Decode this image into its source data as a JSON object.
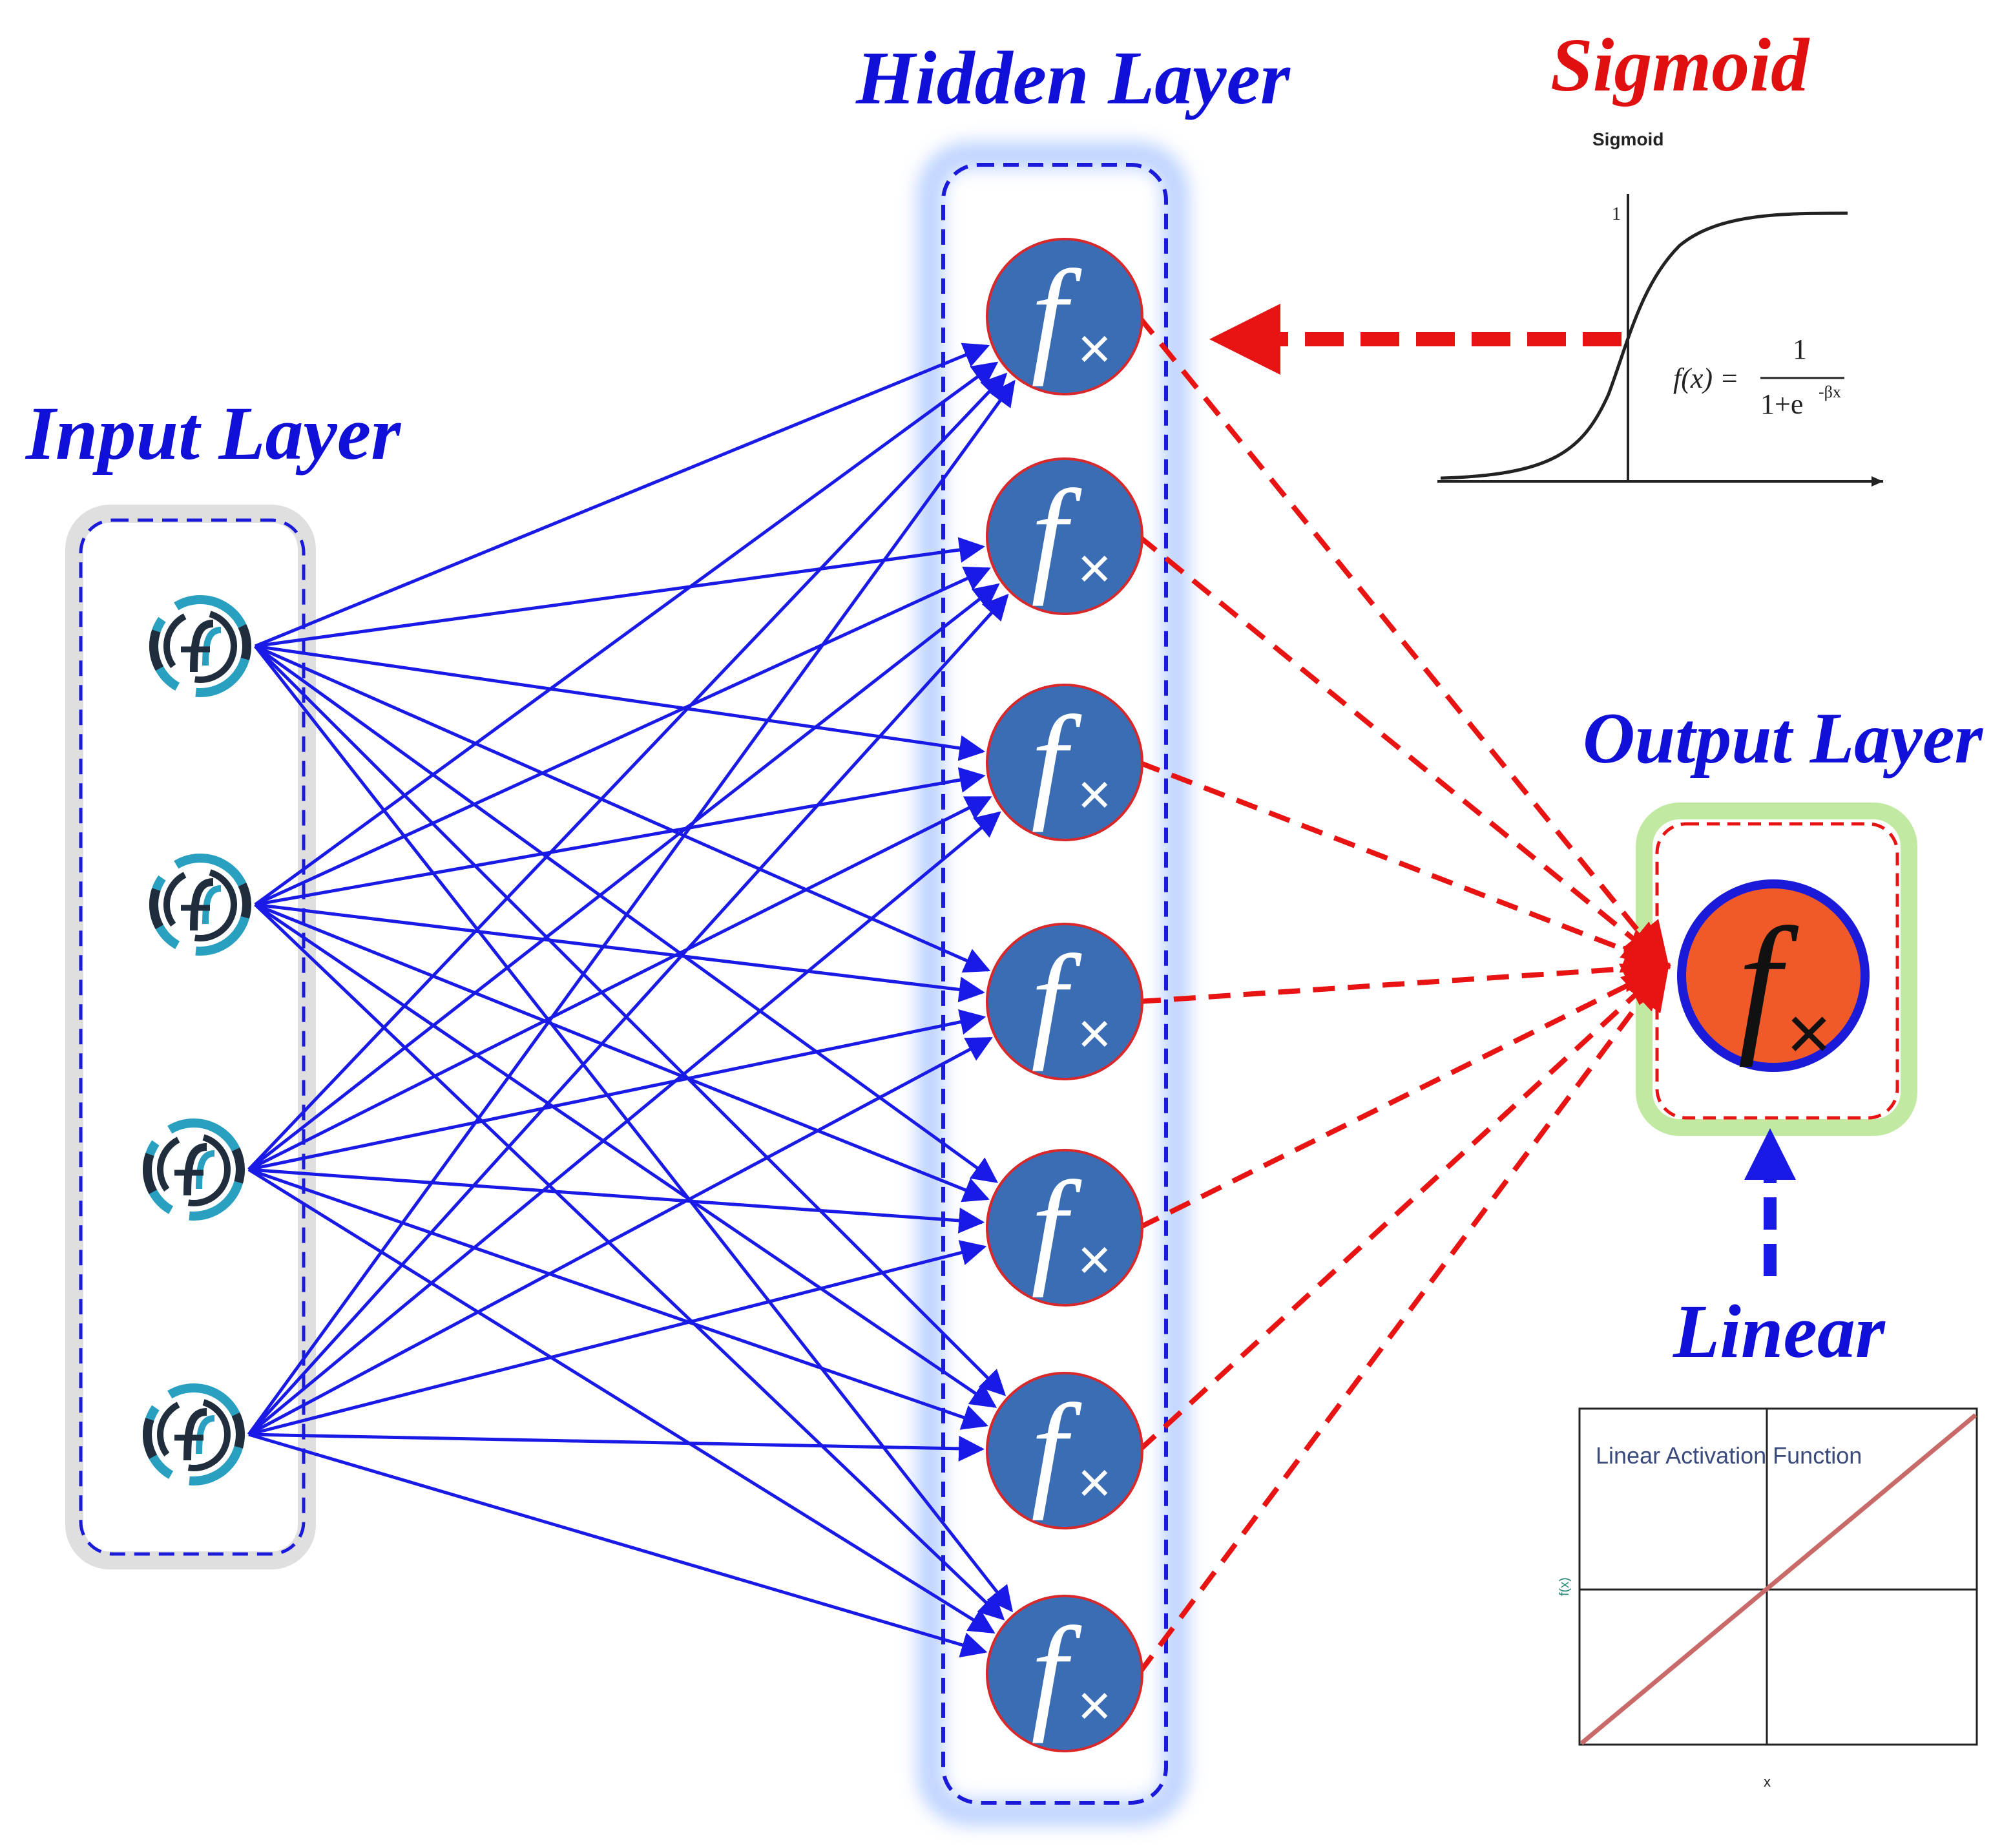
{
  "layers": {
    "input": {
      "title": "Input Layer",
      "node_count": 4,
      "node_icon": "input-node-icon"
    },
    "hidden": {
      "title": "Hidden Layer",
      "node_count": 7,
      "node_icon": "fx-icon",
      "node_label": "f",
      "node_sub": "×"
    },
    "output": {
      "title": "Output Layer",
      "node_count": 1,
      "node_icon": "fx-icon",
      "node_label": "f",
      "node_sub": "×"
    }
  },
  "activations": {
    "sigmoid": {
      "title": "Sigmoid",
      "plot_title": "Sigmoid",
      "y_tick": "1",
      "formula_lhs": "f(x) =",
      "formula_num": "1",
      "formula_den": "1+e",
      "formula_exp": "-βx"
    },
    "linear": {
      "title": "Linear",
      "plot_title": "Linear Activation Function",
      "x_label": "x",
      "y_label": "f(x)"
    }
  },
  "colors": {
    "blue_title": "#1010d8",
    "red_title": "#e01010",
    "edge_blue": "#1a1ae6",
    "edge_red": "#e81414",
    "node_fill": "#3a6db3",
    "output_fill": "#f05a28",
    "teal": "#2aa0c0",
    "dark": "#1f2d3d"
  }
}
